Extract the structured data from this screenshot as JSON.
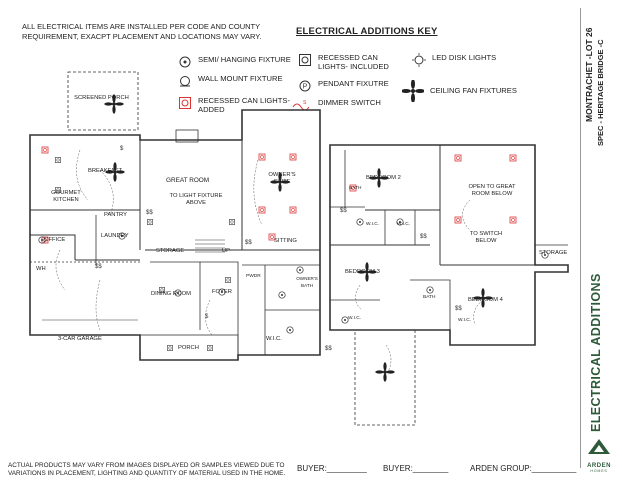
{
  "notes": {
    "installed": "ALL ELECTRICAL ITEMS ARE INSTALLED PER CODE AND COUNTY REQUIREMENT, EXACPT PLACEMENT AND LOCATIONS MAY VARY.",
    "disclaimer": "ACTUAL PRODUCTS MAY VARY FROM IMAGES DISPLAYED OR SAMPLES VIEWED DUE TO VARIATIONS IN PLACEMENT, LIGHTING AND QUANTITY OF MATERIAL USED IN THE HOME."
  },
  "legend": {
    "title": "ELECTRICAL ADDITIONS KEY",
    "items": {
      "semi_hanging": "SEMI/ HANGING FIXTURE",
      "wall_mount": "WALL MOUNT FIXTURE",
      "recessed_added": "RECESSED CAN LIGHTS- ADDED",
      "recessed_included": "RECESSED CAN LIGHTS- INCLUDED",
      "pendant": "PENDANT FIXUTRE",
      "dimmer": "DIMMER SWITCH",
      "led_disk": "LED DISK LIGHTS",
      "ceiling_fan": "CEILING FAN FIXTURES"
    }
  },
  "title_block": {
    "project": "MONTRACHET -LOT 26",
    "subtitle": "SPEC - HERITAGE BRIDGE -C",
    "sheet_title": "ELECTRICAL ADDITIONS",
    "brand": "ARDEN",
    "brand_sub": "HOMES"
  },
  "signatures": {
    "buyer1": "BUYER:_________",
    "buyer2": "BUYER:________",
    "arden": "ARDEN GROUP:__________"
  },
  "rooms_first": {
    "screened_porch": "SCREENED PORCH",
    "breakfast": "BREAKFAST",
    "gourmet_kitchen": "GOURMET KITCHEN",
    "pantry": "PANTRY",
    "laundry": "LAUNDRY",
    "office": "OFFICE",
    "great_room": "GREAT ROOM",
    "to_light": "TO LIGHT FIXTURE ABOVE",
    "owners_suite": "OWNER'S SUITE",
    "sitting": "SITTING",
    "storage": "STORAGE",
    "up": "UP",
    "dining_room": "DINING ROOM",
    "foyer": "FOYER",
    "garage": "3-CAR GARAGE",
    "porch": "PORCH",
    "wic": "W.I.C.",
    "owners_bath": "OWNER'S BATH",
    "pwdr": "PWDR",
    "wh": "WH"
  },
  "rooms_second": {
    "bedroom2": "BEDROOM 2",
    "bath": "BATH",
    "wic": "W.I.C.",
    "wic2": "W.I.C.",
    "open_to_great_room_below": "OPEN TO GREAT ROOM BELOW",
    "to_switch_below": "TO SWITCH BELOW",
    "storage": "STORAGE",
    "bedroom3": "BEDROOM 3",
    "bath2": "BATH",
    "bedroom4": "BEDROOM 4",
    "wic3": "W.I.C.",
    "wic4": "W.I.C."
  }
}
